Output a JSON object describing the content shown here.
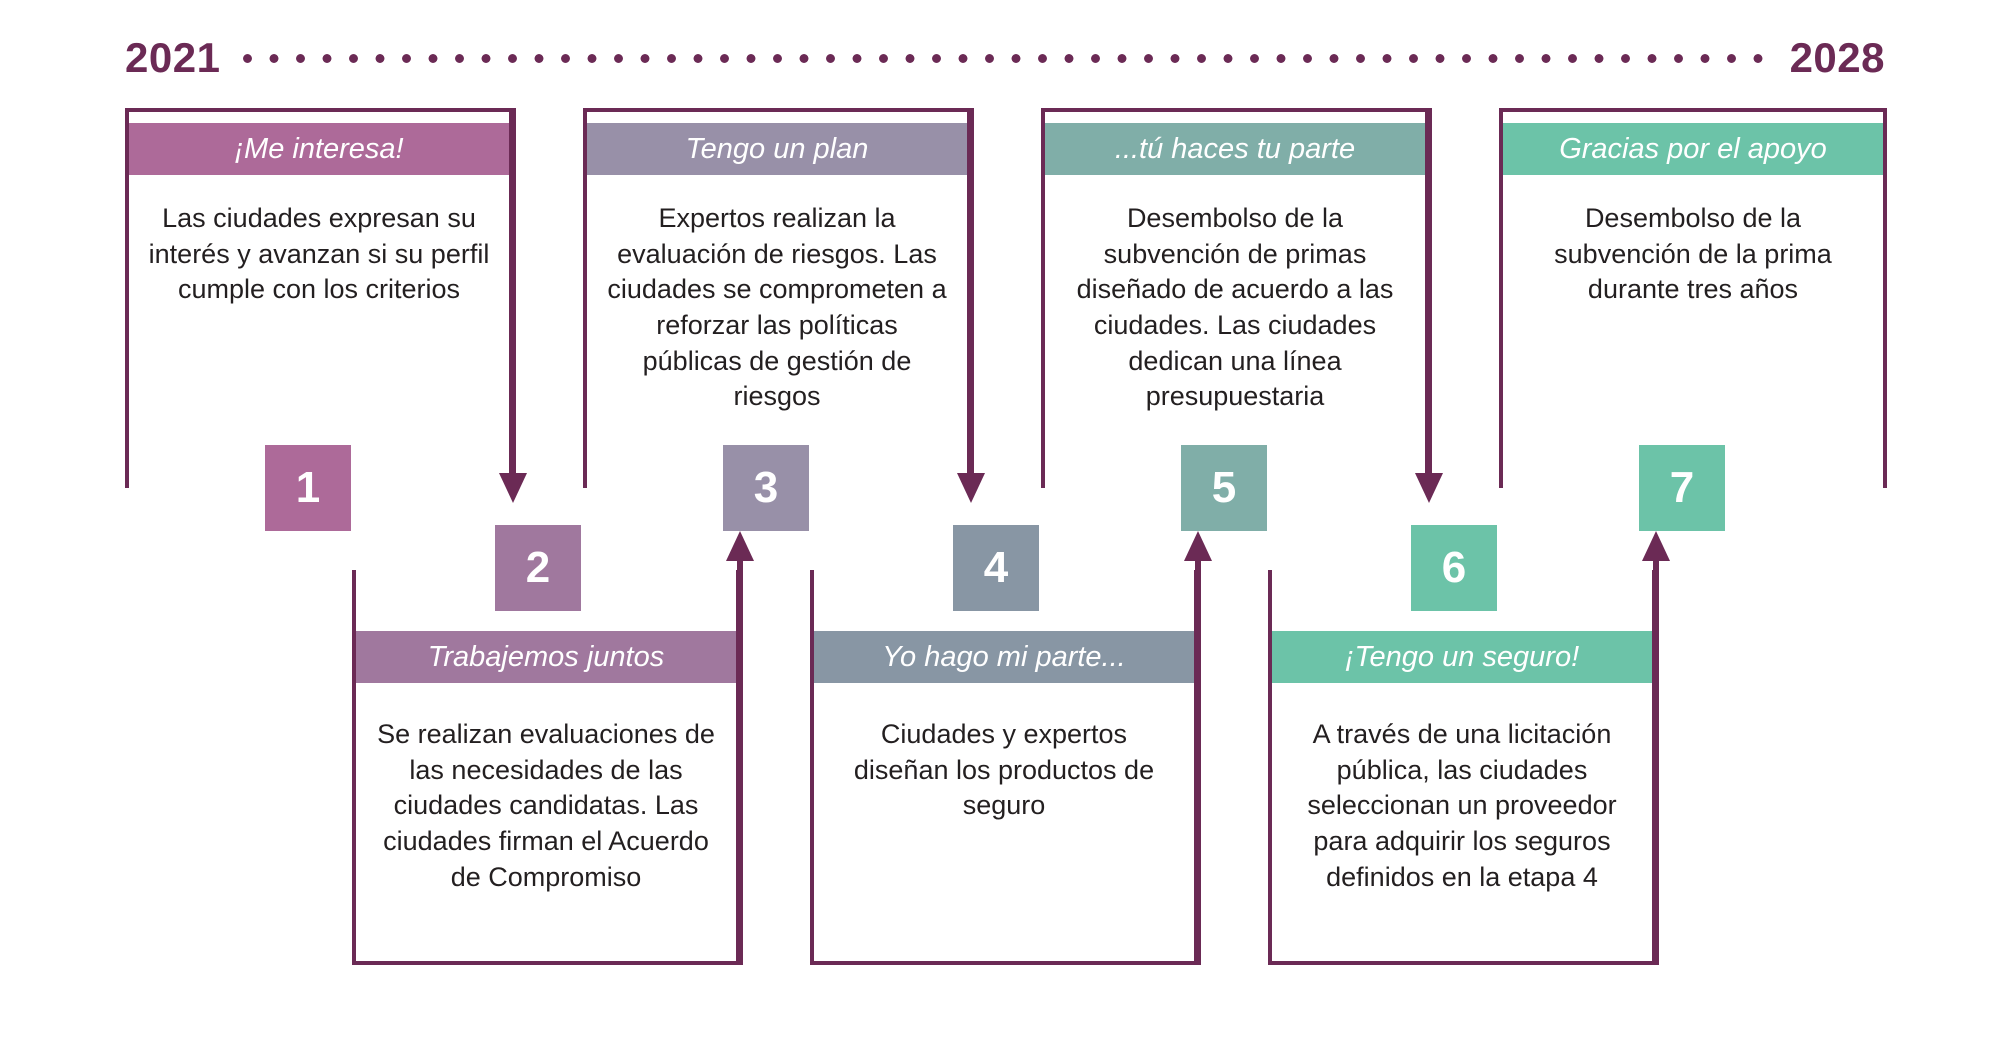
{
  "timeline": {
    "start_year": "2021",
    "end_year": "2028",
    "connector": "dotted-line"
  },
  "colors": {
    "border": "#6B2A55",
    "body_text": "#231f20",
    "step1": "#AD6A99",
    "step2": "#A0789E",
    "step3": "#9890A8",
    "step4": "#8896A4",
    "step5": "#80AEA8",
    "step6": "#6CC3A8",
    "step7": "#6CC3A8"
  },
  "steps": [
    {
      "number": "1",
      "title": "¡Me interesa!",
      "body": "Las ciudades expresan su interés y avanzan si su perfil cumple con los criterios",
      "row": "top",
      "accent": "#AD6A99"
    },
    {
      "number": "2",
      "title": "Trabajemos juntos",
      "body": "Se realizan evaluaciones de las necesidades de las ciudades candidatas. Las ciudades firman el Acuerdo de Compromiso",
      "row": "bottom",
      "accent": "#A0789E"
    },
    {
      "number": "3",
      "title": "Tengo un plan",
      "body": "Expertos realizan la evaluación de riesgos. Las ciudades se comprometen a reforzar las políticas públicas de gestión de riesgos",
      "row": "top",
      "accent": "#9890A8"
    },
    {
      "number": "4",
      "title": "Yo hago mi parte...",
      "body": "Ciudades y expertos diseñan los productos de seguro",
      "row": "bottom",
      "accent": "#8896A4"
    },
    {
      "number": "5",
      "title": "...tú haces tu parte",
      "body": "Desembolso de la subvención de primas diseñado de acuerdo a las ciudades. Las ciudades dedican una línea presupuestaria",
      "row": "top",
      "accent": "#80AEA8"
    },
    {
      "number": "6",
      "title": "¡Tengo un seguro!",
      "body": "A través de una licitación pública, las ciudades seleccionan un proveedor para adquirir los seguros definidos en la etapa 4",
      "row": "bottom",
      "accent": "#6CC3A8"
    },
    {
      "number": "7",
      "title": "Gracias por el apoyo",
      "body": "Desembolso de la subvención de la prima durante tres años",
      "row": "top",
      "accent": "#6CC3A8"
    }
  ],
  "arrows": [
    {
      "from_step": "1",
      "to_step": "2",
      "direction": "down"
    },
    {
      "from_step": "2",
      "to_step": "3",
      "direction": "up"
    },
    {
      "from_step": "3",
      "to_step": "4",
      "direction": "down"
    },
    {
      "from_step": "4",
      "to_step": "5",
      "direction": "up"
    },
    {
      "from_step": "5",
      "to_step": "6",
      "direction": "down"
    },
    {
      "from_step": "6",
      "to_step": "7",
      "direction": "up"
    }
  ]
}
